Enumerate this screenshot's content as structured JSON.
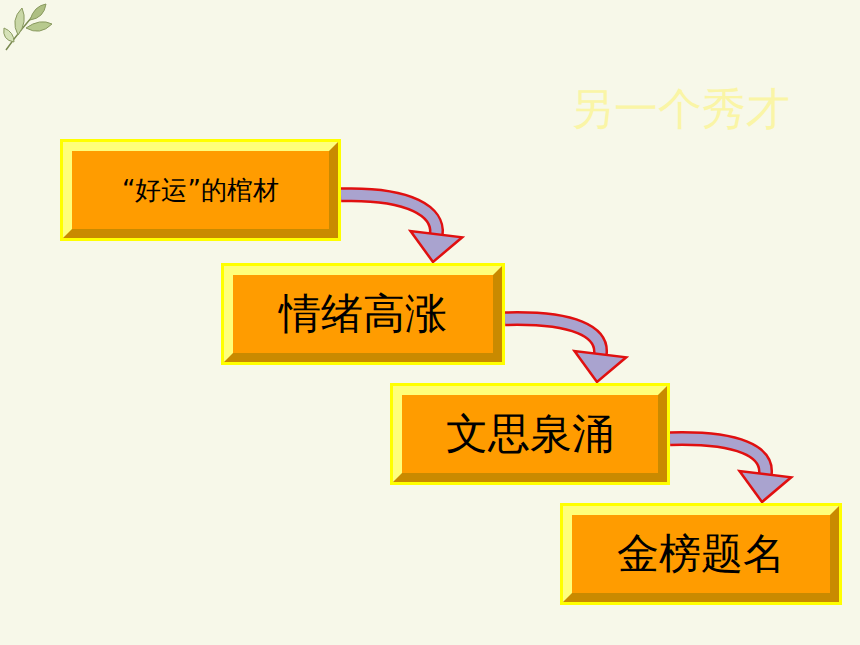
{
  "diagram": {
    "nodes": [
      {
        "text": [
          "“好运”的棺材"
        ]
      },
      {
        "text": [
          "情绪高涨"
        ]
      },
      {
        "text": [
          "文思泉涌"
        ]
      },
      {
        "text": [
          "金榜题名"
        ]
      }
    ],
    "edges": [
      {
        "from": 0,
        "to": 1,
        "arrow": "to"
      },
      {
        "from": 1,
        "to": 2,
        "arrow": "to"
      },
      {
        "from": 2,
        "to": 3,
        "arrow": "to"
      }
    ],
    "labels": [
      "另一个秀才"
    ]
  }
}
